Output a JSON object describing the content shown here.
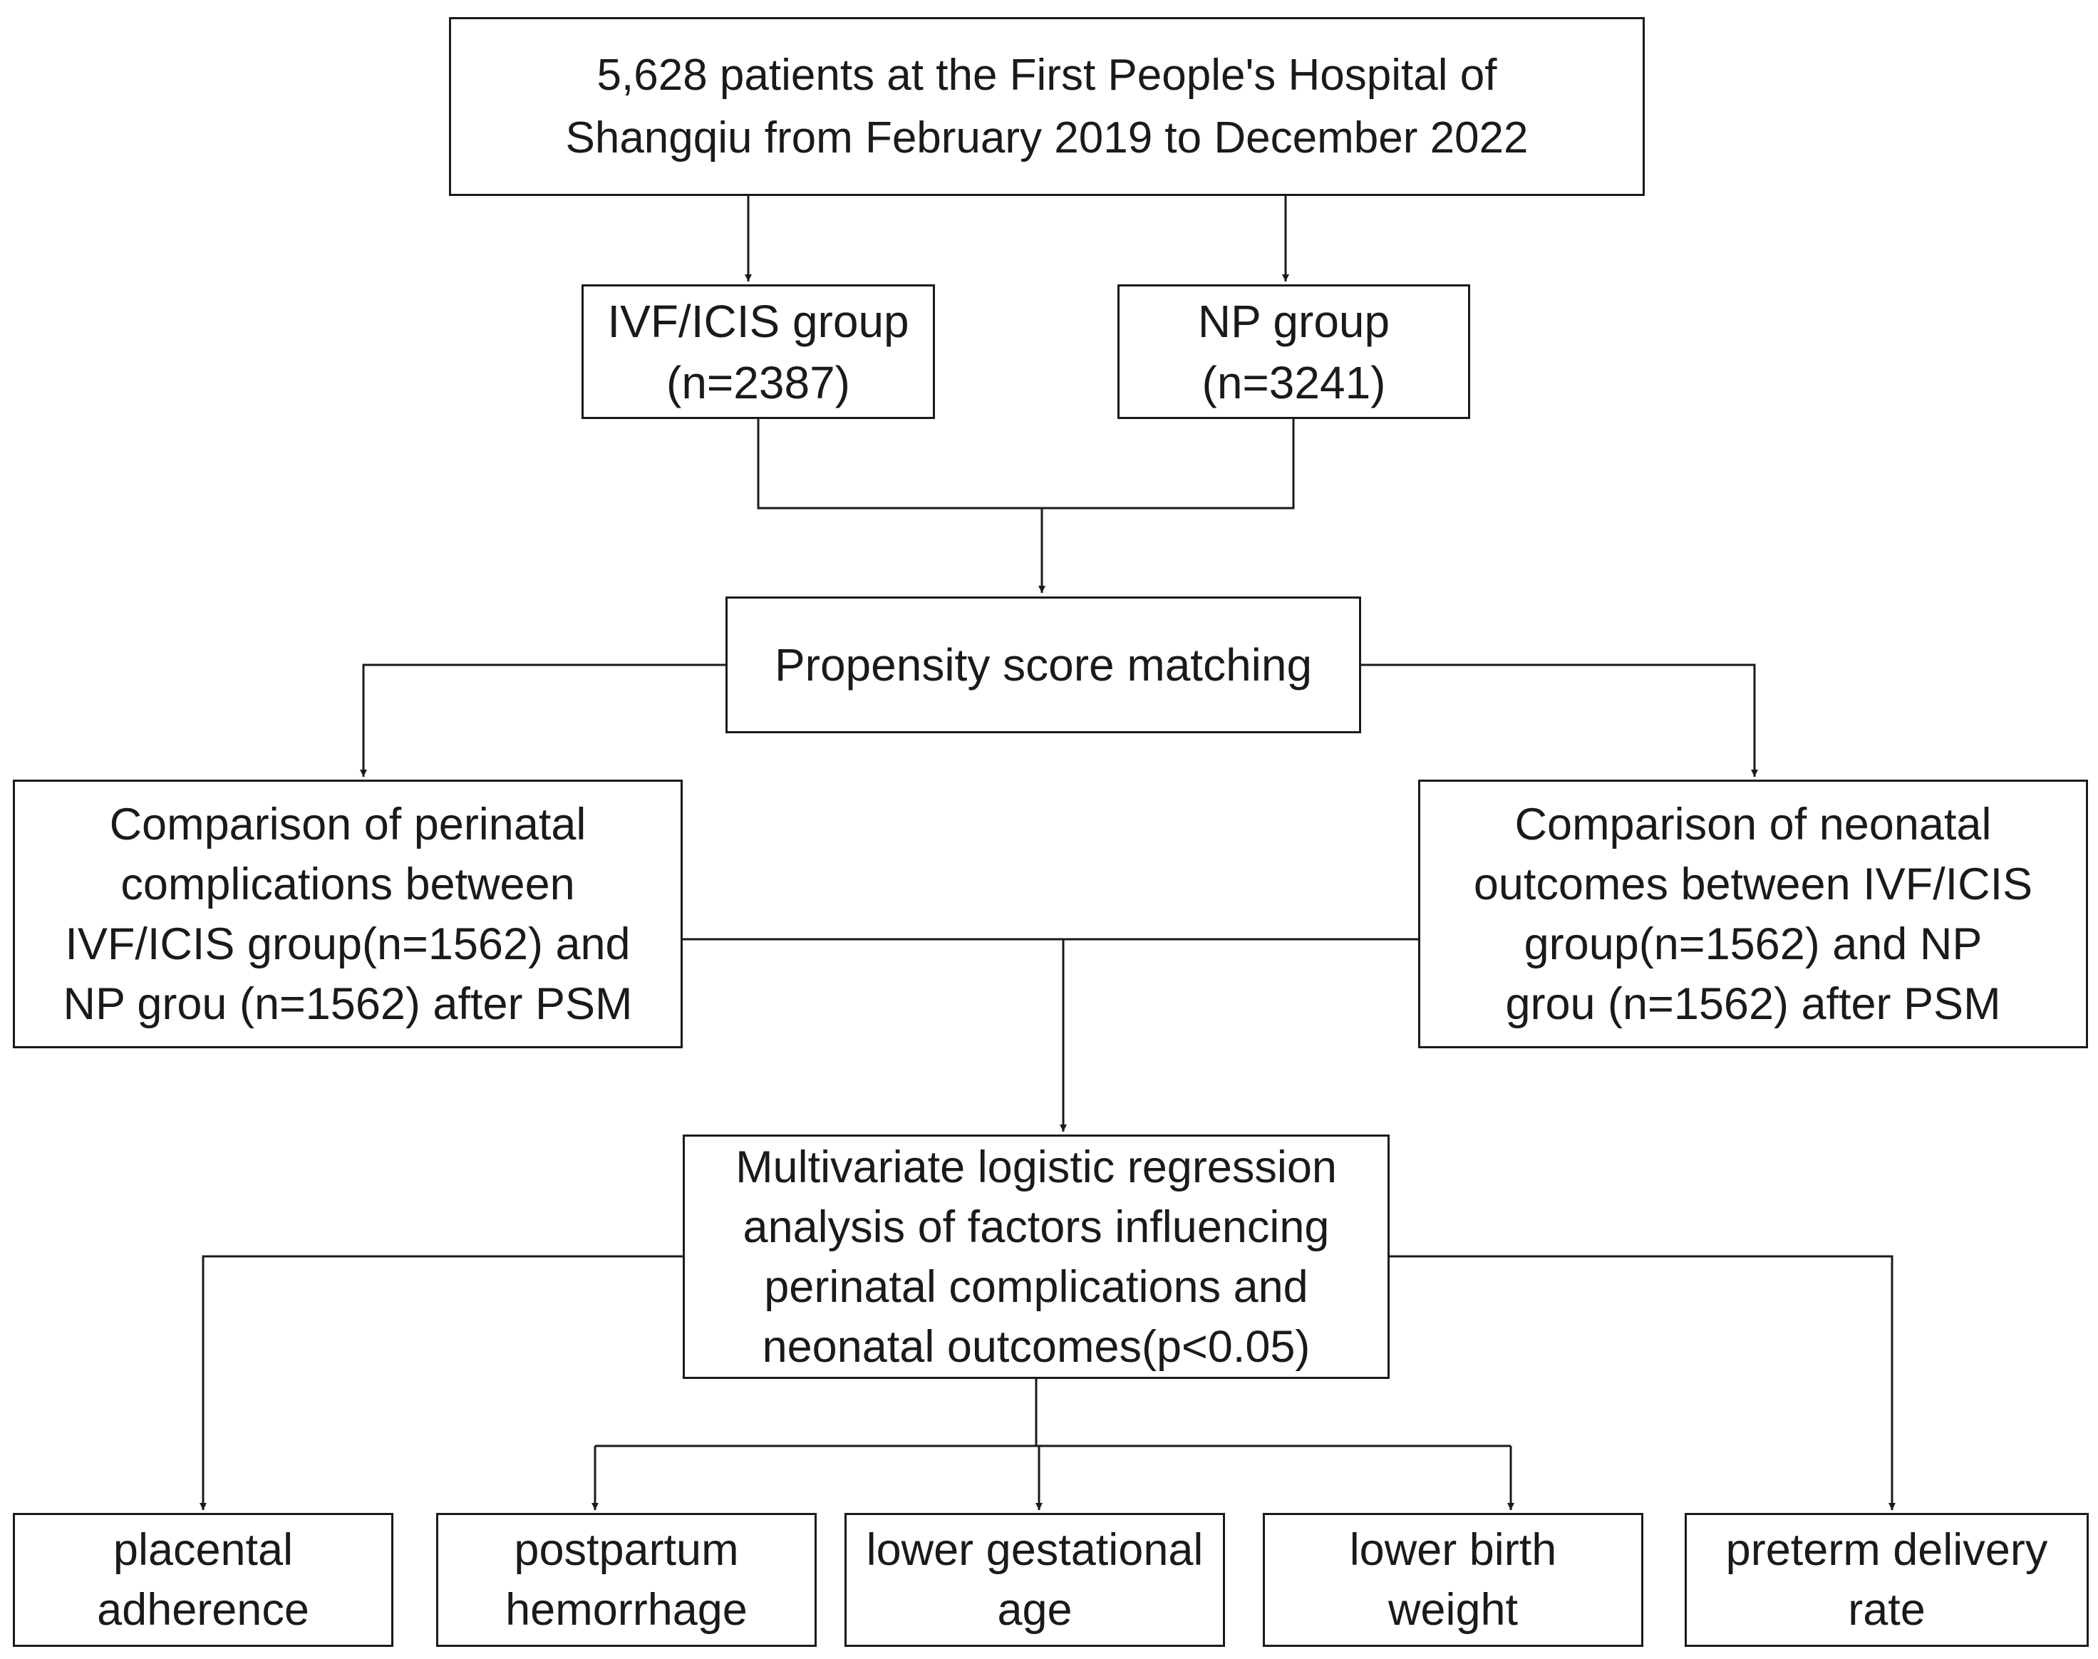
{
  "colors": {
    "stroke": "#1a1a1a",
    "background": "#ffffff"
  },
  "nodes": {
    "source": {
      "lines": [
        "5,628 patients at the First People's Hospital of",
        "Shangqiu from February 2019 to December 2022"
      ]
    },
    "ivf_group": {
      "lines": [
        "IVF/ICIS group",
        "(n=2387)"
      ]
    },
    "np_group": {
      "lines": [
        "NP group",
        "(n=3241)"
      ]
    },
    "psm": {
      "lines": [
        "Propensity score matching"
      ]
    },
    "perinatal": {
      "lines": [
        "Comparison of perinatal",
        "complications between",
        "IVF/ICIS group(n=1562) and",
        "NP grou (n=1562) after PSM"
      ]
    },
    "neonatal": {
      "lines": [
        "Comparison of neonatal",
        "outcomes between IVF/ICIS",
        "group(n=1562) and NP",
        "grou (n=1562) after PSM"
      ]
    },
    "regression": {
      "lines": [
        "Multivariate logistic regression",
        "analysis of factors influencing",
        "perinatal complications and",
        "neonatal outcomes(p<0.05)"
      ]
    },
    "placental": {
      "lines": [
        "placental",
        "adherence"
      ]
    },
    "postpartum": {
      "lines": [
        "postpartum",
        "hemorrhage"
      ]
    },
    "gestational": {
      "lines": [
        "lower gestational",
        "age"
      ]
    },
    "birth_weight": {
      "lines": [
        "lower birth",
        "weight"
      ]
    },
    "preterm": {
      "lines": [
        "preterm delivery",
        "rate"
      ]
    }
  }
}
